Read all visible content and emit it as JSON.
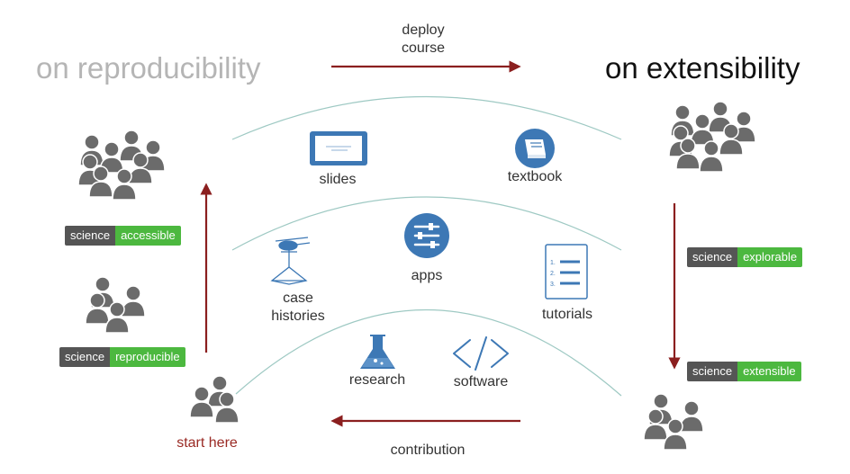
{
  "left_heading": "on reproducibility",
  "right_heading": "on extensibility",
  "top_arrow_label_line1": "deploy",
  "top_arrow_label_line2": "course",
  "bottom_arrow_label": "contribution",
  "start_label": "start here",
  "badges": {
    "accessible": {
      "left": "science",
      "right": "accessible"
    },
    "reproducible": {
      "left": "science",
      "right": "reproducible"
    },
    "explorable": {
      "left": "science",
      "right": "explorable"
    },
    "extensible": {
      "left": "science",
      "right": "extensible"
    }
  },
  "items": {
    "slides": "slides",
    "textbook": "textbook",
    "apps": "apps",
    "case_line1": "case",
    "case_line2": "histories",
    "tutorials": "tutorials",
    "research": "research",
    "software": "software"
  },
  "colors": {
    "arrow": "#8b1f1f",
    "arc": "#9ec9c3",
    "icon_blue": "#3d78b5",
    "people": "#6b6b6b",
    "badge_dark": "#555555",
    "badge_green": "#4cb83f",
    "heading_light": "#b5b5b5",
    "start_text": "#9a2a24"
  }
}
